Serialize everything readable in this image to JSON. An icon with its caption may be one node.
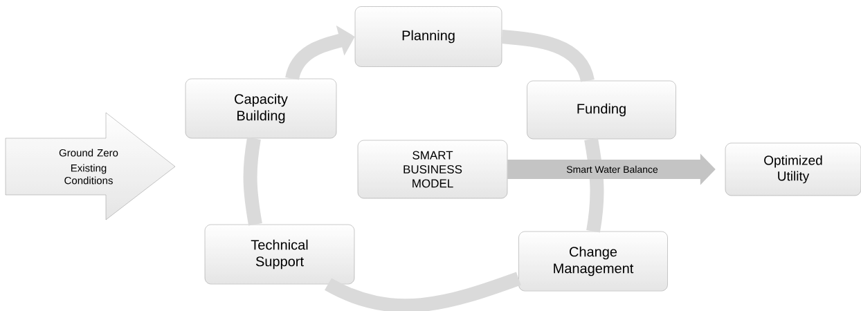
{
  "diagram": {
    "nodes": [
      {
        "text": [
          "Planning"
        ]
      },
      {
        "text": [
          "Capacity Building"
        ]
      },
      {
        "text": [
          "Funding"
        ]
      },
      {
        "text": [
          "Ground Zero",
          "Existing Conditions"
        ]
      },
      {
        "text": [
          "SMART BUSINESS MODEL"
        ]
      },
      {
        "text": [
          "Optimized Utility"
        ]
      },
      {
        "text": [
          "Technical Support"
        ]
      },
      {
        "text": [
          "Change Management"
        ]
      }
    ],
    "edges": [
      {
        "from": 1,
        "to": 0,
        "arrow": "to"
      },
      {
        "from": 0,
        "to": 2,
        "arrow": "none"
      },
      {
        "from": 2,
        "to": 7,
        "arrow": "none"
      },
      {
        "from": 7,
        "to": 6,
        "arrow": "none"
      },
      {
        "from": 6,
        "to": 1,
        "arrow": "none"
      },
      {
        "from": 4,
        "to": 5,
        "arrow": "to",
        "label": "Smart Water Balance",
        "color": "#c4c4c4"
      }
    ]
  }
}
